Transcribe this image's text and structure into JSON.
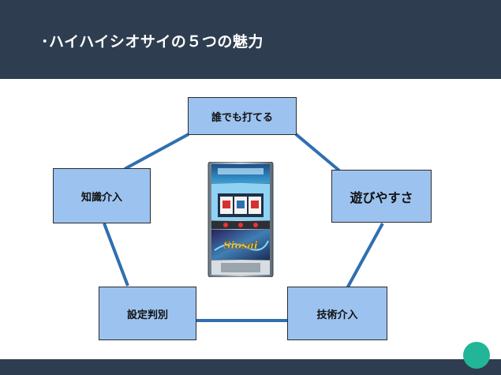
{
  "slide": {
    "title": "･ハイハイシオサイの５つの魅力"
  },
  "diagram": {
    "nodes": [
      {
        "id": "top",
        "label": "誰でも打てる"
      },
      {
        "id": "right",
        "label": "遊びやすさ"
      },
      {
        "id": "bottom-right",
        "label": "技術介入"
      },
      {
        "id": "bottom-left",
        "label": "設定判別"
      },
      {
        "id": "left",
        "label": "知識介入"
      }
    ],
    "center_image": {
      "icon": "slot-machine-illustration",
      "logo_text": "Siosai"
    }
  },
  "colors": {
    "header_bg": "#2e3e50",
    "node_fill": "#9cc3f0",
    "edge": "#2f6fb0",
    "accent_dot": "#22b597"
  }
}
